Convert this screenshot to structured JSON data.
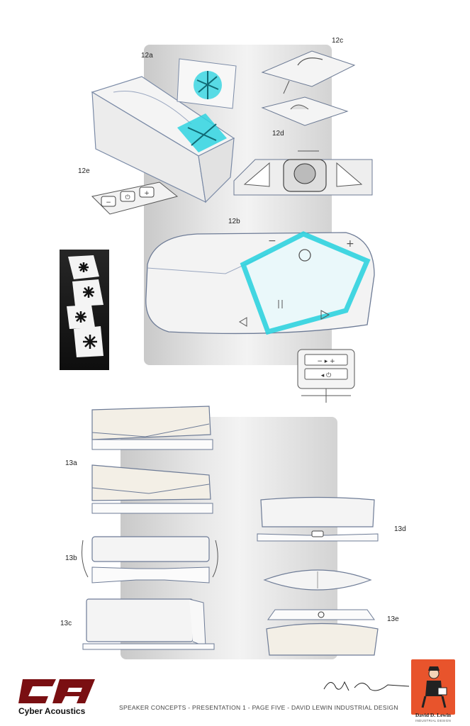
{
  "labels": {
    "l12a": "12a",
    "l12b": "12b",
    "l12c": "12c",
    "l12d": "12d",
    "l12e": "12e",
    "l13a": "13a",
    "l13b": "13b",
    "l13c": "13c",
    "l13d": "13d",
    "l13e": "13e"
  },
  "footer": {
    "caption": "SPEAKER CONCEPTS - PRESENTATION  1 - PAGE FIVE - DAVID LEWIN INDUSTRIAL DESIGN",
    "brand_name": "Cyber Acoustics",
    "designer_name": "David D. Lewin",
    "designer_subtitle": "INDUSTRIAL DESIGN"
  },
  "colors": {
    "accent_glow": "#2fd3e0",
    "brand_red": "#7a0f12",
    "badge_orange": "#e8542c"
  },
  "icons": [
    "power-icon",
    "plus-icon",
    "minus-icon",
    "play-icon",
    "pause-icon",
    "star-icon"
  ]
}
